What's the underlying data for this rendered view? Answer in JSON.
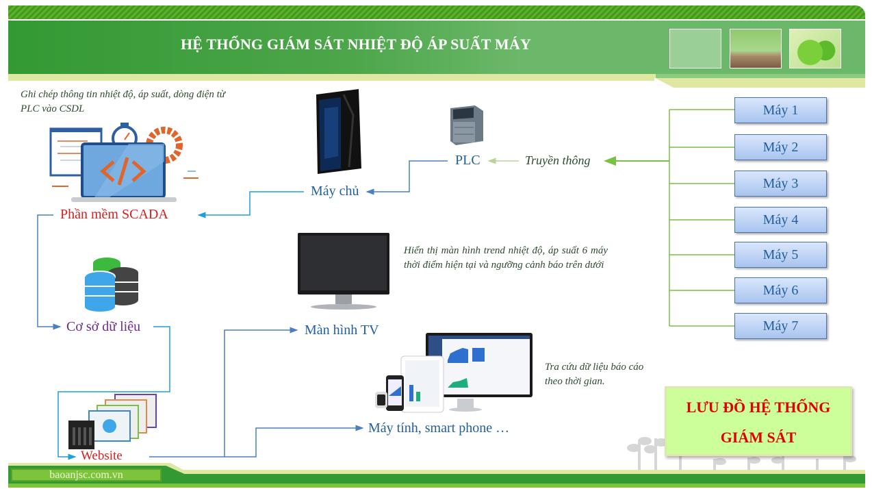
{
  "header": {
    "title": "HỆ THỐNG GIÁM SÁT NHIỆT ĐỘ ÁP SUẤT MÁY"
  },
  "notes": {
    "scada_note": "Ghi chép thông tin nhiệt độ, áp suất, dòng điện từ PLC vào CSDL",
    "tv_note": "Hiển thị màn hình trend nhiệt độ, áp suất 6 máy thời điểm hiện tại và ngưỡng cảnh báo trên dưới",
    "device_note": "Tra cứu dữ liệu báo cáo theo thời gian."
  },
  "nodes": {
    "scada": "Phần mềm SCADA",
    "server": "Máy chủ",
    "plc": "PLC",
    "communication": "Truyền thông",
    "database": "Cơ sở dữ liệu",
    "website": "Website",
    "tv": "Màn hình TV",
    "devices": "Máy tính, smart phone …"
  },
  "machines": [
    "Máy 1",
    "Máy 2",
    "Máy 3",
    "Máy 4",
    "Máy 5",
    "Máy 6",
    "Máy 7"
  ],
  "flow_box": {
    "line1": "LƯU ĐỒ HỆ THỐNG",
    "line2": "GIÁM SÁT"
  },
  "footer": {
    "site": "baoanjsc.com.vn"
  },
  "colors": {
    "header_green": "#339933",
    "connector_blue": "#4a7fc1",
    "connector_green": "#7ac043",
    "label_red": "#d61f1f",
    "label_blue": "#1f5f9e",
    "label_purple": "#6b2c8a"
  }
}
